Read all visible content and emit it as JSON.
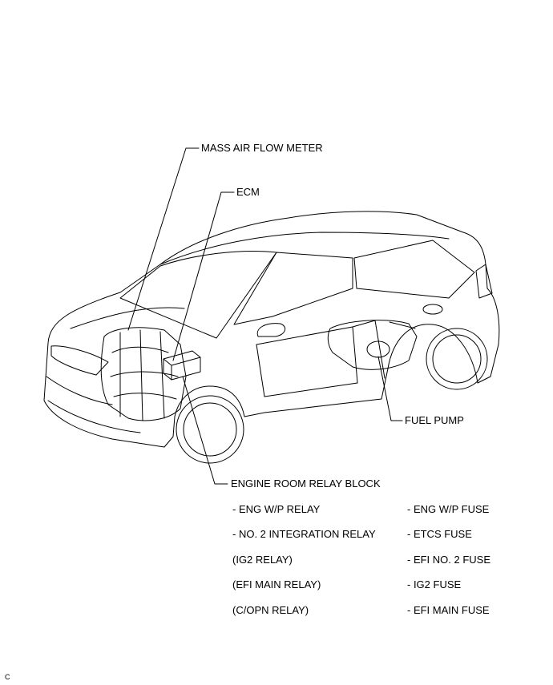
{
  "labels": {
    "mass_air_flow_meter": "MASS AIR FLOW METER",
    "ecm": "ECM",
    "fuel_pump": "FUEL PUMP",
    "engine_room_relay_block": "ENGINE ROOM RELAY BLOCK"
  },
  "relays": [
    "- ENG W/P RELAY",
    "- NO. 2 INTEGRATION RELAY",
    "(IG2 RELAY)",
    "(EFI MAIN RELAY)",
    "(C/OPN RELAY)"
  ],
  "fuses": [
    "- ENG W/P FUSE",
    "- ETCS FUSE",
    "- EFI NO. 2 FUSE",
    "- IG2 FUSE",
    "- EFI MAIN FUSE"
  ],
  "corner_code": "C"
}
